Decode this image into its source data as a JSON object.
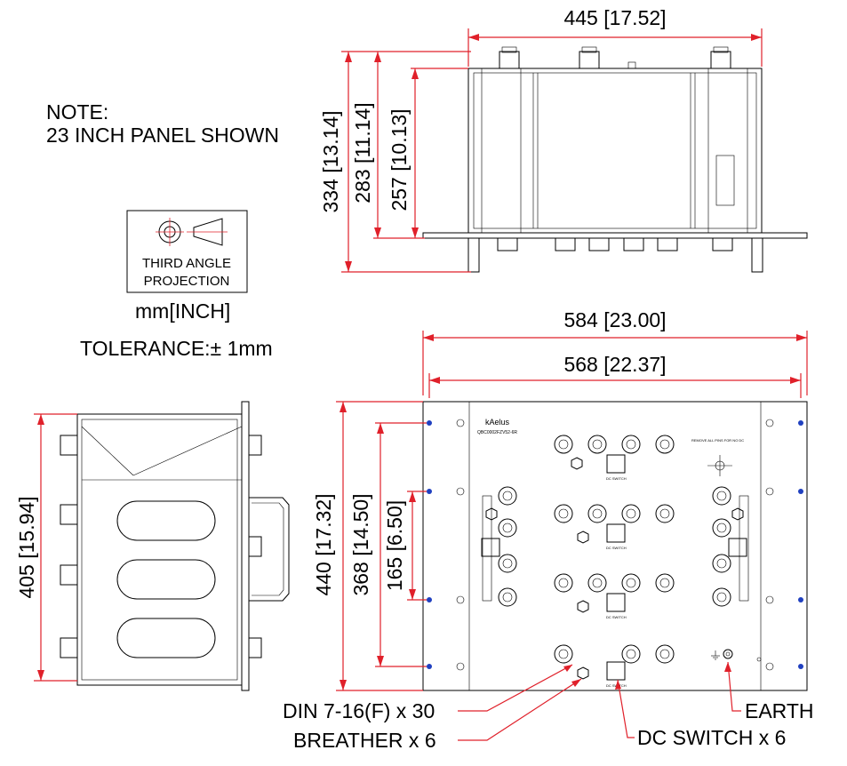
{
  "note": {
    "line1": "NOTE:",
    "line2": "23 INCH PANEL SHOWN"
  },
  "projection": {
    "line1": "THIRD ANGLE",
    "line2": "PROJECTION"
  },
  "units": "mm[INCH]",
  "tolerance": "TOLERANCE:± 1mm",
  "dimensions": {
    "top_width": "445 [17.52]",
    "top_h1": "334 [13.14]",
    "top_h2": "283 [11.14]",
    "top_h3": "257 [10.13]",
    "side_h": "405 [15.94]",
    "front_w1": "584 [23.00]",
    "front_w2": "568 [22.37]",
    "front_h1": "440 [17.32]",
    "front_h2": "368 [14.50]",
    "front_h3": "165 [6.50]"
  },
  "callouts": {
    "din": "DIN 7-16(F) x 30",
    "breather": "BREATHER x 6",
    "dc_switch": "DC SWITCH x 6",
    "earth": "EARTH"
  },
  "panel": {
    "brand": "kAelus",
    "model": "QBC0002FZV52-6R",
    "remove_note": "REMOVE ALL PINS FOR NO DC",
    "dc_switch_label": "DC SWITCH"
  }
}
